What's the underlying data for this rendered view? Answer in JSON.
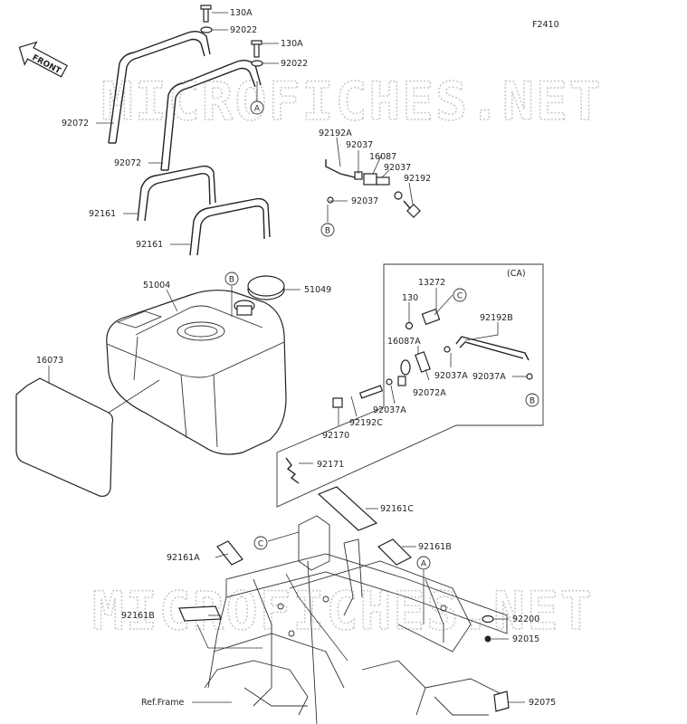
{
  "figure_code": "F2410",
  "front_label": "FRONT",
  "watermark_text": "MICROFICHES.NET",
  "variant_label": "(CA)",
  "ref_frame_label": "Ref.Frame",
  "callouts": {
    "A": "A",
    "B": "B",
    "C": "C"
  },
  "parts": {
    "p130A_1": "130A",
    "p92022_1": "92022",
    "p130A_2": "130A",
    "p92022_2": "92022",
    "p92072_1": "92072",
    "p92072_2": "92072",
    "p92161_1": "92161",
    "p92161_2": "92161",
    "p92192A": "92192A",
    "p92037_1": "92037",
    "p16087": "16087",
    "p92037_2": "92037",
    "p92192": "92192",
    "p92037_3": "92037",
    "p51004": "51004",
    "p51049": "51049",
    "p16073": "16073",
    "p13272": "13272",
    "p130": "130",
    "p92192B": "92192B",
    "p16087A": "16087A",
    "p92037A_1": "92037A",
    "p92037A_2": "92037A",
    "p92072A": "92072A",
    "p92037A_3": "92037A",
    "p92192C": "92192C",
    "p92170": "92170",
    "p92171": "92171",
    "p92161C": "92161C",
    "p92161A": "92161A",
    "p92161B_1": "92161B",
    "p92161B_2": "92161B",
    "p92200": "92200",
    "p92015": "92015",
    "p92075": "92075"
  }
}
